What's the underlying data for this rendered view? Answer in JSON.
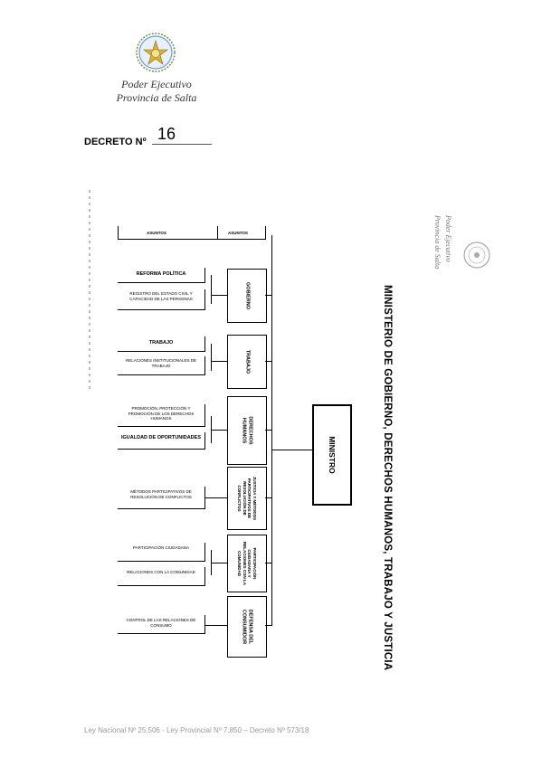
{
  "header": {
    "line1": "Poder Ejecutivo",
    "line2": "Provincia de Salta"
  },
  "decreto": {
    "label": "DECRETO Nº",
    "number": "16"
  },
  "title": "MINISTERIO DE GOBIERNO, DERECHOS HUMANOS, TRABAJO Y JUSTICIA",
  "minister": "MINISTRO",
  "secretariats": [
    {
      "name": "GOBIERNO",
      "subs": [
        "REFORMA POLÍTICA",
        "REGISTRO DEL ESTADO CIVIL Y CAPACIDAD DE LAS PERSONAS"
      ]
    },
    {
      "name": "TRABAJO",
      "subs": [
        "TRABAJO",
        "RELACIONES INSTITUCIONALES DE TRABAJO"
      ]
    },
    {
      "name": "DERECHOS HUMANOS",
      "subs": [
        "PROMOCIÓN, PROTECCIÓN Y PROMOCIÓN DE LOS DERECHOS HUMANOS",
        "IGUALDAD DE OPORTUNIDADES"
      ]
    },
    {
      "name": "JUSTICIA Y MÉTODOS PARTICIPATIVOS DE RESOLUCIÓN DE CONFLICTOS",
      "subs": [
        "MÉTODOS PARTICIPATIVOS DE RESOLUCIÓN DE CONFLICTOS"
      ]
    },
    {
      "name": "PARTICIPACIÓN CIUDADANA Y RELACIONES CON LA COMUNIDAD",
      "subs": [
        "PARTICIPACIÓN CIUDADANA",
        "RELACIONES CON LA COMUNIDAD"
      ]
    },
    {
      "name": "DEFENSA DEL CONSUMIDOR",
      "subs": [
        "CONTROL DE LAS RELACIONES DE CONSUMO"
      ]
    }
  ],
  "top_row": [
    "ASUNTOS",
    "ASUNTOS"
  ],
  "footer": "Ley Nacional Nº 25.506 - Ley Provincial Nº 7.850 – Decreto Nº 573/18",
  "signature": {
    "line1": "Poder Ejecutivo",
    "line2": "Provincia de Salta"
  }
}
